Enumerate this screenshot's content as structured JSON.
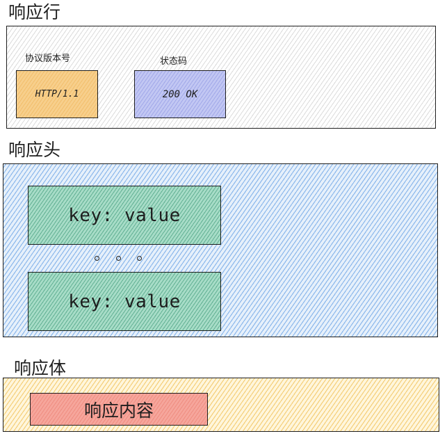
{
  "sections": {
    "status_line": {
      "title": "响应行",
      "version_label": "协议版本号",
      "version_value": "HTTP/1.1",
      "status_label": "状态码",
      "status_value": "200 OK"
    },
    "headers": {
      "title": "响应头",
      "rows": [
        "key: value",
        "key: value"
      ],
      "ellipsis_dots": 3
    },
    "body": {
      "title": "响应体",
      "content": "响应内容"
    }
  },
  "colors": {
    "stroke": "#1e1e1e",
    "status_line_hatch": "#bebebe",
    "version_fill": "#f7cf8c",
    "status_fill": "#c2c7f3",
    "headers_hatch": "#6ea5e6",
    "header_row_fill": "#a7dcc7",
    "body_hatch": "#f0be50",
    "content_fill": "#f6a69c"
  }
}
